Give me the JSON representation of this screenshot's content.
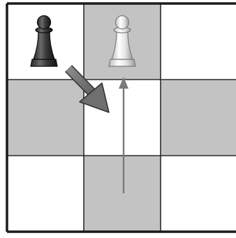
{
  "board": {
    "rows": 3,
    "cols": 3,
    "cells": [
      [
        "light",
        "dark",
        "light"
      ],
      [
        "dark",
        "light",
        "dark"
      ],
      [
        "light",
        "dark",
        "light"
      ]
    ],
    "colors": {
      "light": "#ffffff",
      "dark": "#c3c3c3",
      "border": "#1a1a1a",
      "grid": "#2b2b2b"
    }
  },
  "pieces": [
    {
      "id": "black-pawn",
      "type": "pawn",
      "color": "black",
      "row": 0,
      "col": 0
    },
    {
      "id": "white-pawn",
      "type": "pawn",
      "color": "white",
      "row": 0,
      "col": 1
    }
  ],
  "arrows": [
    {
      "id": "capture-arrow",
      "style": "thick",
      "from": {
        "row": 0,
        "col": 0
      },
      "to": {
        "row": 1,
        "col": 1
      },
      "color": "#6f6f6f"
    },
    {
      "id": "advance-arrow",
      "style": "thin",
      "from": {
        "row": 2,
        "col": 1
      },
      "to": {
        "row": 0,
        "col": 1
      },
      "color": "#7a7a7a"
    }
  ]
}
